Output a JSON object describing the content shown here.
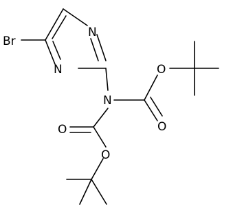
{
  "molecule": {
    "atoms": {
      "br": "Br",
      "n_ring_top": "N",
      "n_ring_left": "N",
      "n_amide": "N",
      "o_upper_ester": "O",
      "o_upper_carbonyl": "O",
      "o_lower_carbonyl": "O",
      "o_lower_ester": "O"
    }
  }
}
